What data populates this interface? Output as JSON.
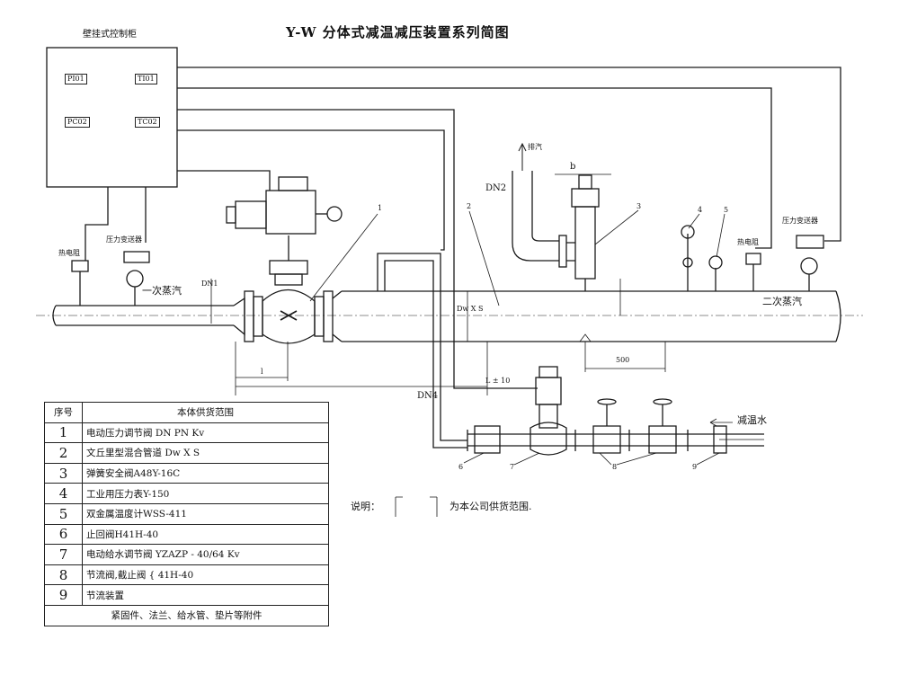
{
  "title": "Y-W 分体式减温减压装置系列简图",
  "control_box": {
    "label": "壁挂式控制柜",
    "instruments": [
      "PI01",
      "TI01",
      "PC02",
      "TC02"
    ]
  },
  "labels": {
    "primary_steam": "一次蒸汽",
    "secondary_steam": "二次蒸汽",
    "desuperheating_water": "减温水",
    "pressure_transmitter_left": "压力变送器",
    "pressure_transmitter_right": "压力变送器",
    "thermocouple_left": "热电阻",
    "thermocouple_right": "热电阻",
    "dn2": "DN2",
    "dn4": "DN4",
    "dn1": "DN1",
    "dw_xs": "Dw X S",
    "b": "b",
    "exhaust": "排汽",
    "dim_500": "500",
    "dim_L10": "L ± 10",
    "dim_l": "l",
    "callouts": [
      "1",
      "2",
      "3",
      "4",
      "5",
      "6",
      "7",
      "8",
      "9"
    ]
  },
  "note": {
    "prefix": "说明：",
    "text": "为本公司供货范围."
  },
  "table": {
    "header_num": "序号",
    "header_desc": "本体供货范围",
    "rows": [
      {
        "num": "1",
        "desc": "电动压力调节阀 DN  PN  Kv"
      },
      {
        "num": "2",
        "desc": "文丘里型混合管道      Dw X S"
      },
      {
        "num": "3",
        "desc": "弹簧安全阀A48Y-16C"
      },
      {
        "num": "4",
        "desc": "工业用压力表Y-150"
      },
      {
        "num": "5",
        "desc": "双金属温度计WSS-411"
      },
      {
        "num": "6",
        "desc": "止回阀H41H-40"
      },
      {
        "num": "7",
        "desc": "电动给水调节阀  YZAZP - 40/64  Kv"
      },
      {
        "num": "8",
        "desc": "节流阀,截止阀 { 41H-40"
      },
      {
        "num": "9",
        "desc": "节流装置"
      }
    ],
    "footer": "紧固件、法兰、给水管、垫片等附件"
  }
}
